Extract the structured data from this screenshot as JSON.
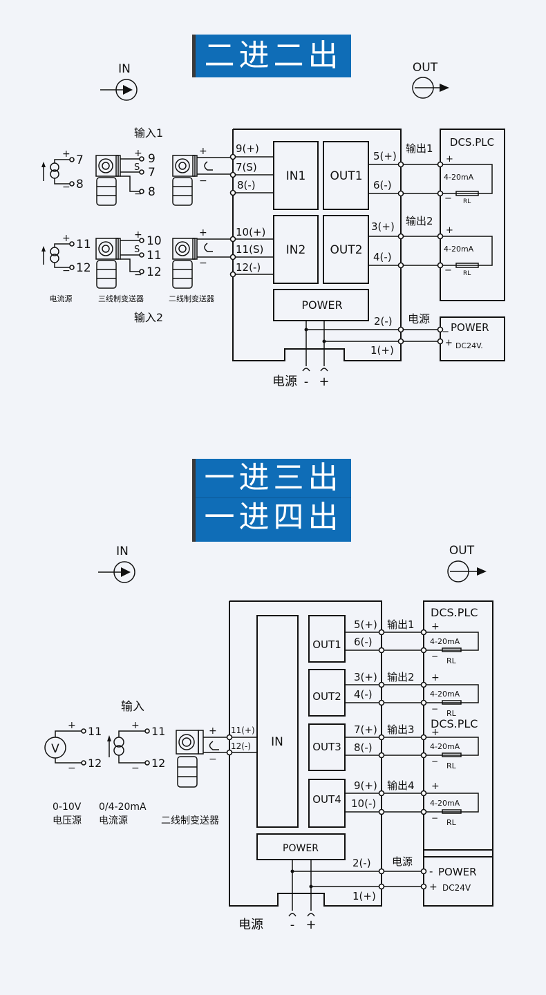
{
  "section1": {
    "banner": "二进二出",
    "in_label": "IN",
    "out_label": "OUT",
    "input1_label": "输入1",
    "input2_label": "输入2",
    "current_source": {
      "plus": "+",
      "minus": "−",
      "t1a": "7",
      "t1b": "8",
      "t2a": "11",
      "t2b": "12"
    },
    "three_wire": {
      "plus": "+",
      "s": "S",
      "minus": "−",
      "t1": [
        "9",
        "7",
        "8"
      ],
      "t2": [
        "10",
        "11",
        "12"
      ]
    },
    "two_wire": {
      "plus": "+",
      "minus": "−"
    },
    "captions": [
      "电流源",
      "三线制变送器",
      "二线制变送器"
    ],
    "input_terminals": [
      "9(+)",
      "7(S)",
      "8(-)",
      "10(+)",
      "11(S)",
      "12(-)"
    ],
    "modules": [
      "IN1",
      "OUT1",
      "IN2",
      "OUT2",
      "POWER"
    ],
    "output_terminals": [
      "5(+)",
      "6(-)",
      "3(+)",
      "4(-)",
      "2(-)",
      "1(+)"
    ],
    "output_labels": [
      "输出1",
      "输出2"
    ],
    "power_label": "电源",
    "dcs": {
      "title": "DCS.PLC",
      "plus": "+",
      "minus": "−",
      "loop": "4-20mA",
      "rl": "RL"
    },
    "power_box": {
      "title": "POWER",
      "minus": "_",
      "plus": "+",
      "voltage": "DC24V."
    },
    "bottom": {
      "label": "电源",
      "minus": "-",
      "plus": "+"
    }
  },
  "section2": {
    "banners": [
      "一进三出",
      "一进四出"
    ],
    "in_label": "IN",
    "out_label": "OUT",
    "input_label": "输入",
    "voltage_source": {
      "symbol": "V",
      "plus": "+",
      "minus": "−",
      "t1": "11",
      "t2": "12",
      "caption1": "0-10V",
      "caption2": "电压源"
    },
    "current_source": {
      "plus": "+",
      "minus": "−",
      "t1": "11",
      "t2": "12",
      "caption1": "0/4-20mA",
      "caption2": "电流源"
    },
    "two_wire": {
      "plus": "+",
      "minus": "−",
      "caption": "二线制变送器"
    },
    "input_terminals": [
      "11(+)",
      "12(-)"
    ],
    "modules": [
      "IN",
      "OUT1",
      "OUT2",
      "OUT3",
      "OUT4",
      "POWER"
    ],
    "output_terminals": [
      "5(+)",
      "6(-)",
      "3(+)",
      "4(-)",
      "7(+)",
      "8(-)",
      "9(+)",
      "10(-)",
      "2(-)",
      "1(+)"
    ],
    "output_labels": [
      "输出1",
      "输出2",
      "输出3",
      "输出4"
    ],
    "power_label": "电源",
    "dcs": {
      "title": "DCS.PLC",
      "plus": "+",
      "minus": "−",
      "loop": "4-20mA",
      "rl": "RL"
    },
    "power_box": {
      "title": "POWER",
      "minus": "-",
      "plus": "+",
      "voltage": "DC24V"
    },
    "bottom": {
      "label": "电源",
      "minus": "-",
      "plus": "+"
    }
  }
}
